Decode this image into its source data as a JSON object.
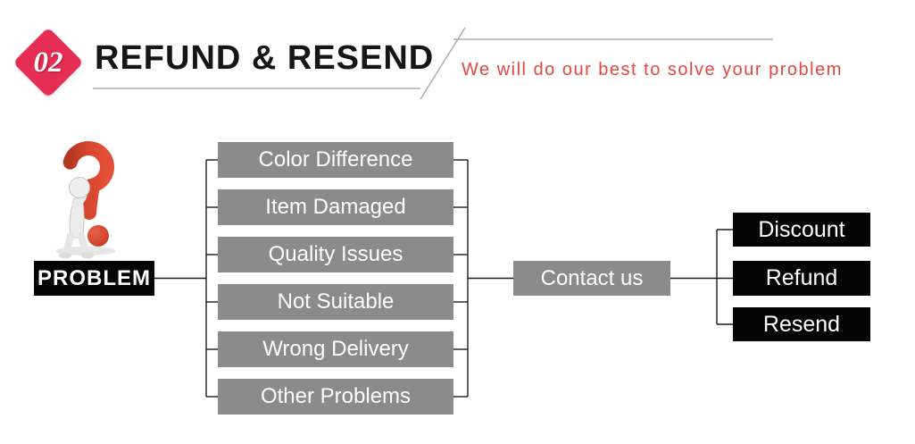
{
  "header": {
    "badge_number": "02",
    "title": "REFUND & RESEND",
    "subtitle": "We will do our best to solve your problem"
  },
  "illustration": {
    "name": "figure-leaning-on-red-question-mark"
  },
  "flowchart": {
    "problem_label": "PROBLEM",
    "issues": [
      "Color Difference",
      "Item Damaged",
      "Quality Issues",
      "Not Suitable",
      "Wrong Delivery",
      "Other Problems"
    ],
    "contact_label": "Contact us",
    "resolutions": [
      "Discount",
      "Refund",
      "Resend"
    ]
  },
  "colors": {
    "badge_red": "#e62e52",
    "subtitle_red": "#e2483f",
    "issue_gray": "#8b8b8b",
    "solution_black": "#050505",
    "question_mark_red": "#d6452d",
    "connector_dark": "#1c1c1c",
    "header_line_gray": "#aeaeae"
  }
}
